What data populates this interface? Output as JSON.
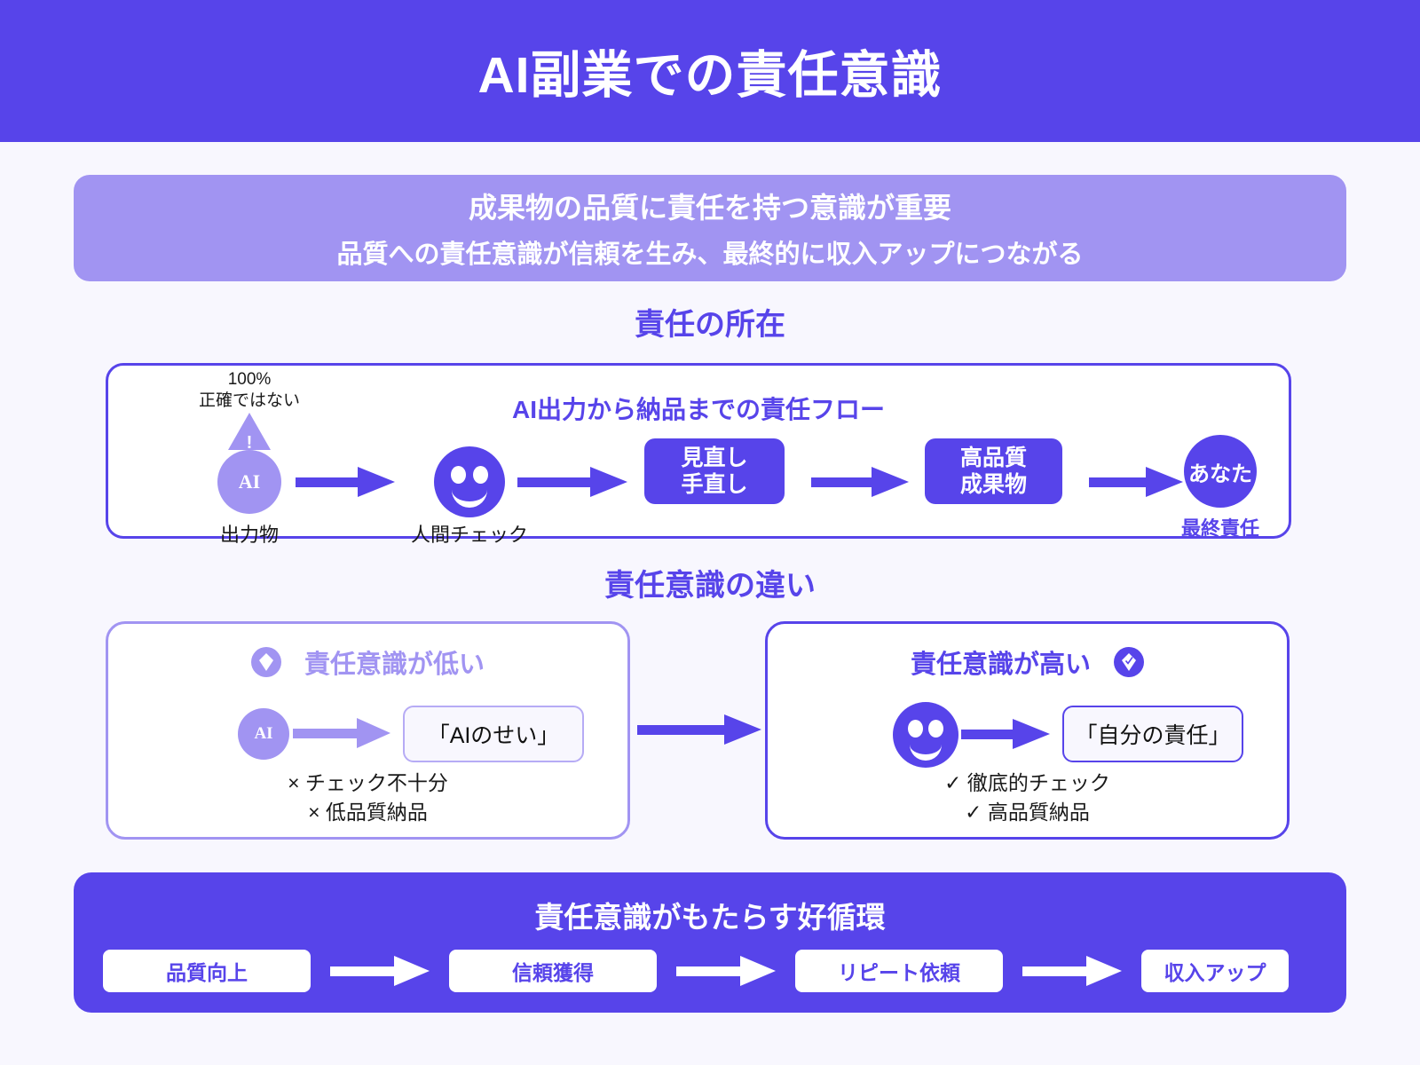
{
  "header": {
    "title": "AI副業での責任意識"
  },
  "subtitle": {
    "line1": "成果物の品質に責任を持つ意識が重要",
    "line2": "品質への責任意識が信頼を生み、最終的に収入アップにつながる"
  },
  "sections": {
    "responsibility_location": "責任の所在",
    "awareness_difference": "責任意識の違い"
  },
  "flow": {
    "title": "AI出力から納品までの責任フロー",
    "warning": {
      "line1": "100%",
      "line2": "正確ではない",
      "mark": "!"
    },
    "nodes": [
      {
        "id": "ai",
        "text": "AI",
        "label": "出力物"
      },
      {
        "id": "human-check",
        "text": "",
        "label": "人間チェック"
      },
      {
        "id": "review",
        "line1": "見直し",
        "line2": "手直し",
        "label": ""
      },
      {
        "id": "quality",
        "line1": "高品質",
        "line2": "成果物",
        "label": ""
      },
      {
        "id": "you",
        "text": "あなた",
        "label": "最終責任"
      }
    ]
  },
  "comparison": {
    "low": {
      "title": "責任意識が低い",
      "node_text": "AI",
      "quote": "「AIのせい」",
      "bullets": [
        "× チェック不十分",
        "× 低品質納品"
      ]
    },
    "high": {
      "title": "責任意識が高い",
      "quote": "「自分の責任」",
      "bullets": [
        "✓ 徹底的チェック",
        "✓ 高品質納品"
      ]
    }
  },
  "cycle": {
    "title": "責任意識がもたらす好循環",
    "steps": [
      "品質向上",
      "信頼獲得",
      "リピート依頼",
      "収入アップ"
    ]
  },
  "colors": {
    "primary": "#5744ea",
    "light_purple": "#a194f2",
    "background": "#f8f7fe",
    "white": "#ffffff"
  }
}
